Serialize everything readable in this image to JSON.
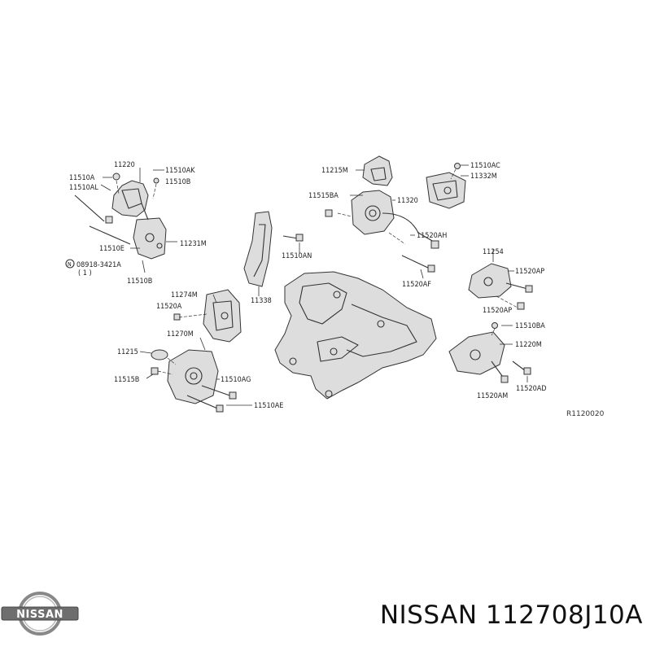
{
  "diagram": {
    "reference": "R1120020",
    "labels": [
      {
        "id": "11220",
        "text": "11220"
      },
      {
        "id": "11510AK",
        "text": "11510AK"
      },
      {
        "id": "11510A",
        "text": "11510A"
      },
      {
        "id": "11510B",
        "text": "11510B"
      },
      {
        "id": "11510AL",
        "text": "11510AL"
      },
      {
        "id": "11231M",
        "text": "11231M"
      },
      {
        "id": "11510E",
        "text": "11510E"
      },
      {
        "id": "08918",
        "text": "08918-3421A"
      },
      {
        "id": "qty1",
        "text": "( 1 )"
      },
      {
        "id": "11510B2",
        "text": "11510B"
      },
      {
        "id": "11215M",
        "text": "11215M"
      },
      {
        "id": "11515BA",
        "text": "11515BA"
      },
      {
        "id": "11320",
        "text": "11320"
      },
      {
        "id": "11520AH",
        "text": "11520AH"
      },
      {
        "id": "11520AF",
        "text": "11520AF"
      },
      {
        "id": "11510AN",
        "text": "11510AN"
      },
      {
        "id": "11510AC",
        "text": "11510AC"
      },
      {
        "id": "11332M",
        "text": "11332M"
      },
      {
        "id": "11254",
        "text": "11254"
      },
      {
        "id": "11520AP",
        "text": "11520AP"
      },
      {
        "id": "11520AP2",
        "text": "11520AP"
      },
      {
        "id": "11274M",
        "text": "11274M"
      },
      {
        "id": "11338",
        "text": "11338"
      },
      {
        "id": "11520A",
        "text": "11520A"
      },
      {
        "id": "11270M",
        "text": "11270M"
      },
      {
        "id": "11215",
        "text": "11215"
      },
      {
        "id": "11515B",
        "text": "11515B"
      },
      {
        "id": "11510AG",
        "text": "11510AG"
      },
      {
        "id": "11510AE",
        "text": "11510AE"
      },
      {
        "id": "11510BA",
        "text": "11510BA"
      },
      {
        "id": "11220M",
        "text": "11220M"
      },
      {
        "id": "11520AD",
        "text": "11520AD"
      },
      {
        "id": "11520AM",
        "text": "11520AM"
      }
    ]
  },
  "brand": {
    "logo_text": "NISSAN",
    "title": "NISSAN 112708J10A"
  }
}
